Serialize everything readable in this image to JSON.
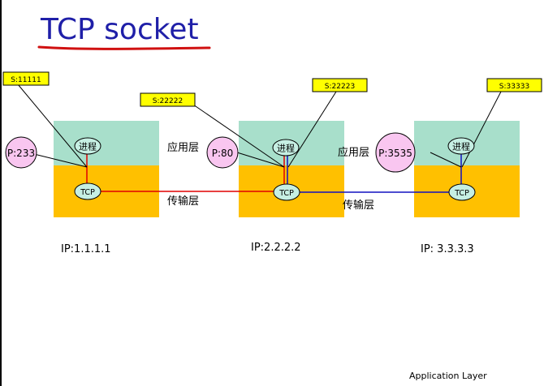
{
  "slide": {
    "title": "TCP socket",
    "footer": "Application Layer"
  },
  "layers": {
    "app": "应用层",
    "transport": "传输层"
  },
  "hosts": [
    {
      "ip": "IP:1.1.1.1",
      "process": "进程",
      "tcp": "TCP",
      "port": "P:233",
      "socket": "S:11111"
    },
    {
      "ip": "IP:2.2.2.2",
      "process": "进程",
      "tcp": "TCP",
      "port": "P:80",
      "sockets": [
        "S:22222",
        "S:22223"
      ]
    },
    {
      "ip": "IP: 3.3.3.3",
      "process": "进程",
      "tcp": "TCP",
      "port": "P:3535",
      "socket": "S:33333"
    }
  ],
  "colors": {
    "app_layer": "#A8DFCB",
    "transport_layer": "#FFC000",
    "process_bubble": "#C6EFE3",
    "port_bubble": "#F9C6F0",
    "socket_label": "#FFFF00",
    "connection_red": "#E00000",
    "connection_blue": "#1010C0",
    "title_underline": "#D01010"
  }
}
